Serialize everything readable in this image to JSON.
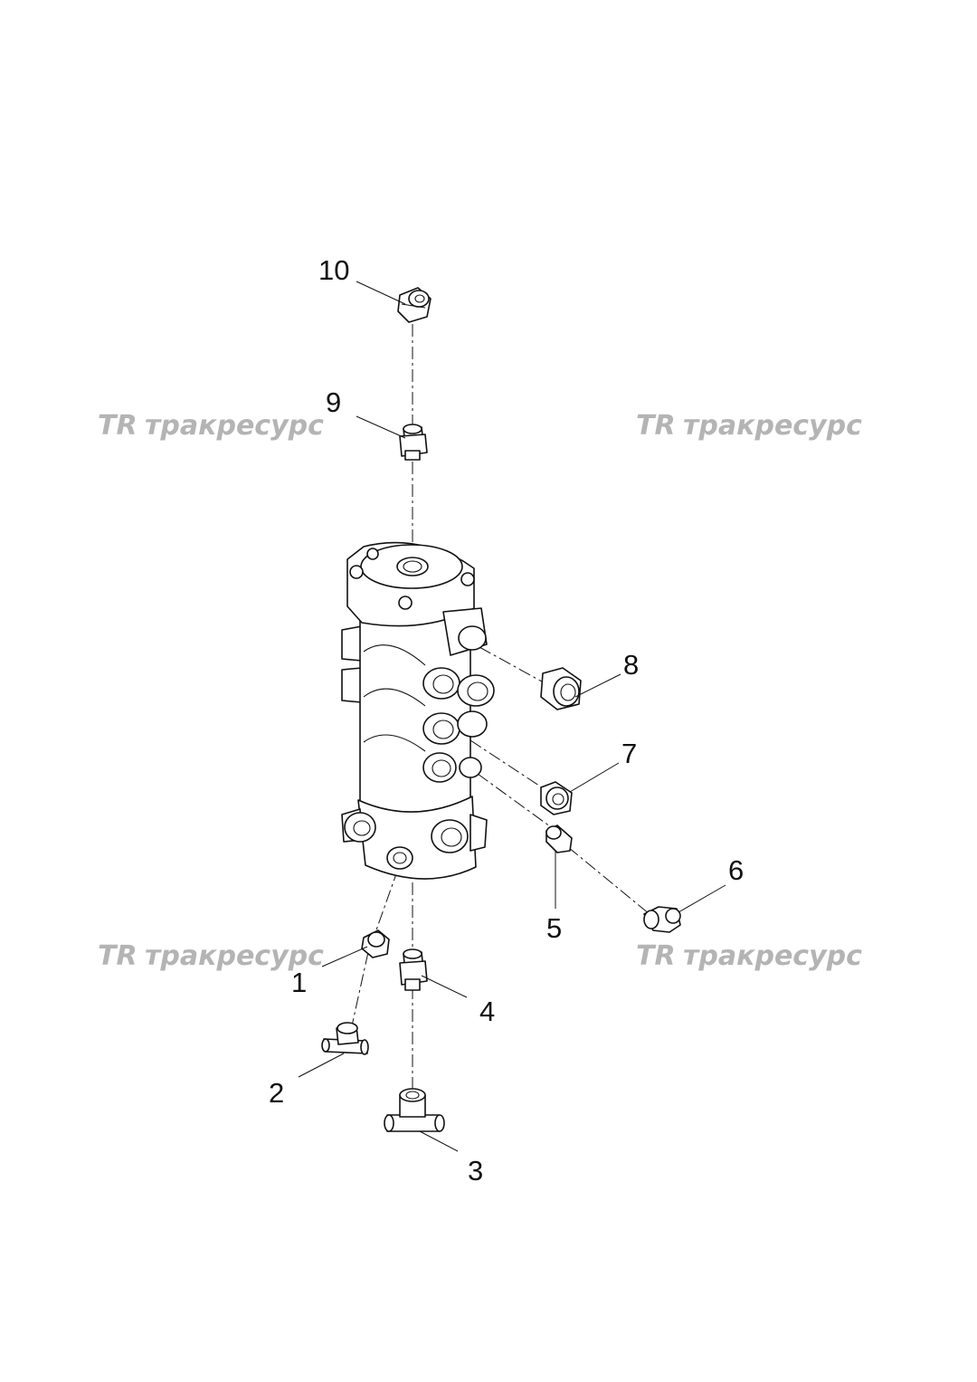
{
  "watermark": {
    "text": "тракресурс",
    "logo": "TR",
    "color": "#b4b4b4"
  },
  "callouts": [
    "1",
    "2",
    "3",
    "4",
    "5",
    "6",
    "7",
    "8",
    "9",
    "10"
  ]
}
